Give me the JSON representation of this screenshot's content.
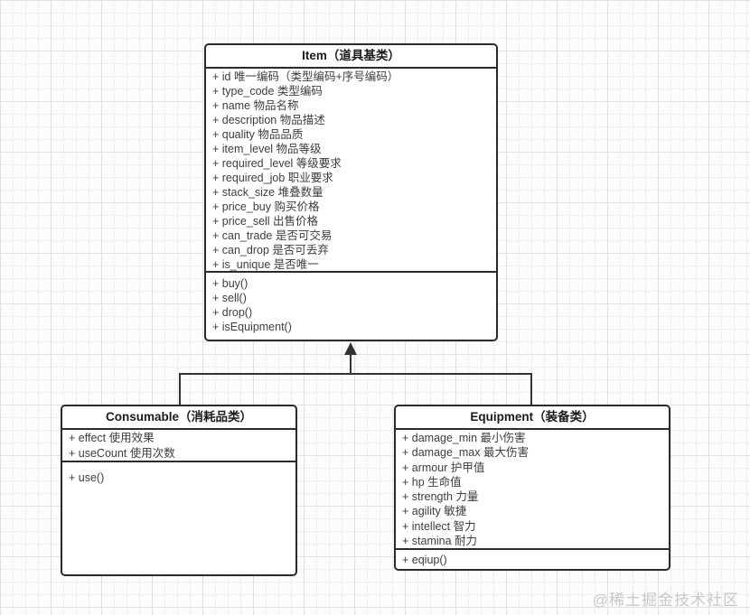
{
  "diagram": {
    "classes": [
      {
        "id": "item",
        "title": "Item（道具基类）",
        "attributes": [
          "+ id 唯一编码（类型编码+序号编码）",
          "+ type_code 类型编码",
          "+ name 物品名称",
          "+ description 物品描述",
          "+ quality 物品品质",
          "+ item_level 物品等级",
          "+ required_level 等级要求",
          "+ required_job 职业要求",
          "+ stack_size 堆叠数量",
          "+ price_buy 购买价格",
          "+ price_sell 出售价格",
          "+ can_trade 是否可交易",
          "+ can_drop 是否可丢弃",
          "+ is_unique 是否唯一"
        ],
        "methods": [
          "+ buy()",
          "+ sell()",
          "+ drop()",
          "+ isEquipment()"
        ]
      },
      {
        "id": "consumable",
        "title": "Consumable（消耗品类）",
        "attributes": [
          "+ effect 使用效果",
          "+ useCount 使用次数"
        ],
        "methods": [
          "+ use()"
        ]
      },
      {
        "id": "equipment",
        "title": "Equipment（装备类）",
        "attributes": [
          "+ damage_min 最小伤害",
          "+ damage_max 最大伤害",
          "+ armour 护甲值",
          "+ hp 生命值",
          "+ strength 力量",
          "+ agility 敏捷",
          "+ intellect 智力",
          "+ stamina 耐力"
        ],
        "methods": [
          "+ eqiup()"
        ]
      }
    ],
    "relation": {
      "type": "inheritance",
      "from": [
        "Consumable（消耗品类）",
        "Equipment（装备类）"
      ],
      "to": "Item（道具基类）",
      "arrow_style": "solid-triangle-up"
    },
    "colors": {
      "box_border": "#2b2b2b",
      "connector": "#333333",
      "grid_minor": "#efefef",
      "grid_major": "#e2e2e2",
      "watermark": "#c9c9c9"
    }
  },
  "watermark": {
    "text": "@稀土掘金技术社区"
  }
}
